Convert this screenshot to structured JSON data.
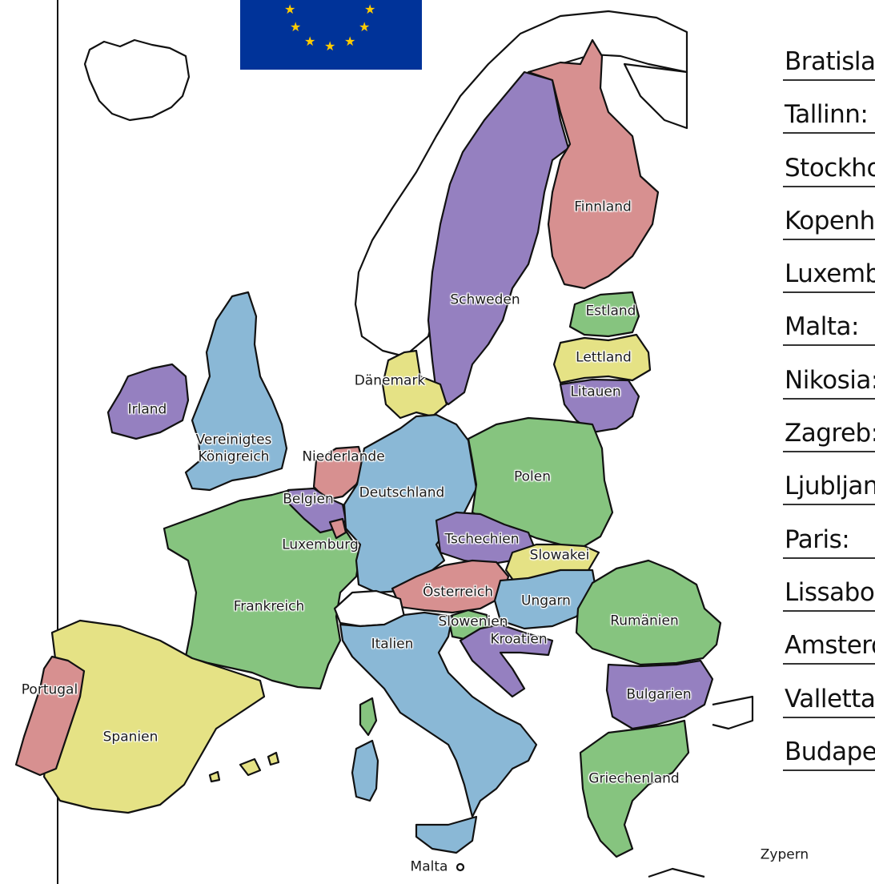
{
  "colors": {
    "blue": "#8ab8d6",
    "purple": "#9580c0",
    "pink": "#d79090",
    "green": "#86c47f",
    "yellow": "#e5e285",
    "flag_blue": "#003399",
    "flag_star": "#FFCC00"
  },
  "map": {
    "labels": {
      "finnland": "Finnland",
      "schweden": "Schweden",
      "estland": "Estland",
      "lettland": "Lettland",
      "litauen": "Litauen",
      "daenemark": "Dänemark",
      "irland": "Irland",
      "vk_line1": "Vereinigtes",
      "vk_line2": "Königreich",
      "niederlande": "Niederlande",
      "deutschland": "Deutschland",
      "polen": "Polen",
      "belgien": "Belgien",
      "luxemburg": "Luxemburg",
      "tschechien": "Tschechien",
      "slowakei": "Slowakei",
      "frankreich": "Frankreich",
      "oesterreich": "Österreich",
      "ungarn": "Ungarn",
      "rumaenien": "Rumänien",
      "slowenien": "Slowenien",
      "kroatien": "Kroatien",
      "italien": "Italien",
      "portugal": "Portugal",
      "spanien": "Spanien",
      "bulgarien": "Bulgarien",
      "griechenland": "Griechenland",
      "malta": "Malta",
      "zypern": "Zypern"
    }
  },
  "capitals": [
    "Bratislava:",
    "Tallinn:",
    "Stockholm:",
    "Kopenhagen:",
    "Luxemburg:",
    "Malta:",
    "Nikosia:",
    "Zagreb:",
    "Ljubljana:",
    "Paris:",
    "Lissabon:",
    "Amsterdam:",
    "Valletta:",
    "Budapest:"
  ]
}
